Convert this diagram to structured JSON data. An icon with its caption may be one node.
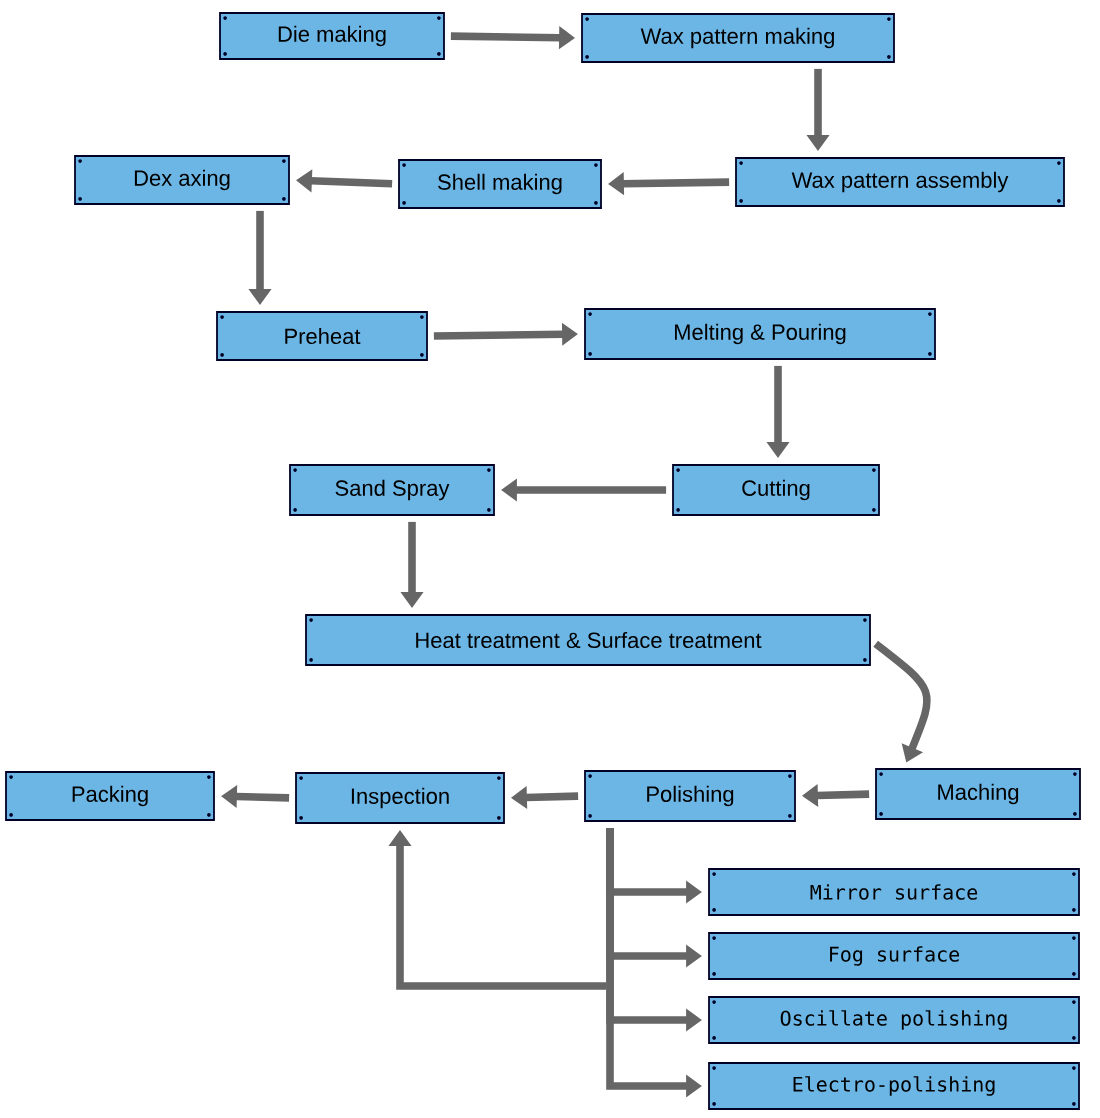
{
  "diagram": {
    "nodes": [
      {
        "text": [
          "Die making"
        ]
      },
      {
        "text": [
          "Wax pattern making"
        ]
      },
      {
        "text": [
          "Wax pattern assembly"
        ]
      },
      {
        "text": [
          "Shell making"
        ]
      },
      {
        "text": [
          "Dex axing"
        ]
      },
      {
        "text": [
          "Preheat"
        ]
      },
      {
        "text": [
          "Melting & Pouring"
        ]
      },
      {
        "text": [
          "Cutting"
        ]
      },
      {
        "text": [
          "Sand Spray"
        ]
      },
      {
        "text": [
          "Heat treatment & Surface treatment"
        ]
      },
      {
        "text": [
          "Maching"
        ]
      },
      {
        "text": [
          "Polishing"
        ]
      },
      {
        "text": [
          "Inspection"
        ]
      },
      {
        "text": [
          "Packing"
        ]
      },
      {
        "text": [
          "Mirror surface"
        ]
      },
      {
        "text": [
          "Fog surface"
        ]
      },
      {
        "text": [
          "Oscillate polishing"
        ]
      },
      {
        "text": [
          "Electro-polishing"
        ]
      }
    ],
    "edges": [
      {
        "from": 0,
        "to": 1,
        "arrow": "to"
      },
      {
        "from": 1,
        "to": 2,
        "arrow": "to"
      },
      {
        "from": 2,
        "to": 3,
        "arrow": "to"
      },
      {
        "from": 3,
        "to": 4,
        "arrow": "to"
      },
      {
        "from": 4,
        "to": 5,
        "arrow": "to"
      },
      {
        "from": 5,
        "to": 6,
        "arrow": "to"
      },
      {
        "from": 6,
        "to": 7,
        "arrow": "to"
      },
      {
        "from": 7,
        "to": 8,
        "arrow": "to"
      },
      {
        "from": 8,
        "to": 9,
        "arrow": "to"
      },
      {
        "from": 9,
        "to": 10,
        "arrow": "to"
      },
      {
        "from": 10,
        "to": 11,
        "arrow": "to"
      },
      {
        "from": 11,
        "to": 12,
        "arrow": "to"
      },
      {
        "from": 12,
        "to": 13,
        "arrow": "to"
      },
      {
        "from": 11,
        "to": 14,
        "arrow": "to"
      },
      {
        "from": 11,
        "to": 15,
        "arrow": "to"
      },
      {
        "from": 11,
        "to": 16,
        "arrow": "to"
      },
      {
        "from": 11,
        "to": 17,
        "arrow": "to"
      },
      {
        "from": null,
        "to": 12,
        "arrow": "to"
      }
    ]
  }
}
